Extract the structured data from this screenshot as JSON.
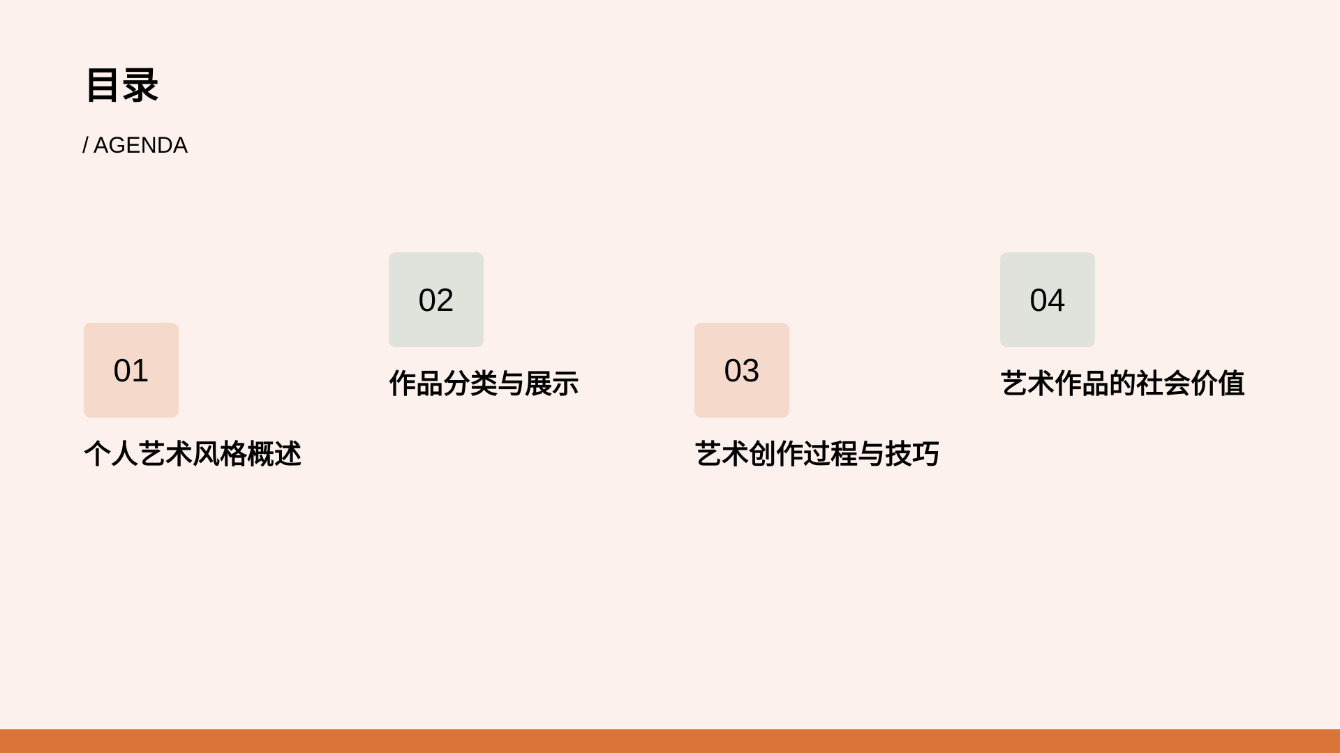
{
  "header": {
    "title": "目录",
    "subtitle": "/ AGENDA"
  },
  "agenda": {
    "items": [
      {
        "number": "01",
        "label": "个人艺术风格概述",
        "box_color": "#F5D9CA"
      },
      {
        "number": "02",
        "label": "作品分类与展示",
        "box_color": "#DFE3DB"
      },
      {
        "number": "03",
        "label": "艺术创作过程与技巧",
        "box_color": "#F5D9CA"
      },
      {
        "number": "04",
        "label": "艺术作品的社会价值",
        "box_color": "#DFE3DB"
      }
    ]
  },
  "theme": {
    "background": "#FCF1EC",
    "accent": "#DB7439",
    "peach_box": "#F5D9CA",
    "sage_box": "#DFE3DB"
  }
}
